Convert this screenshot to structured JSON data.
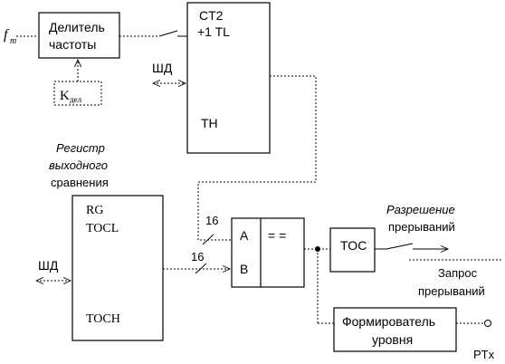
{
  "input_signal": "f",
  "input_subscript": "т",
  "divider": {
    "line1": "Делитель",
    "line2": "частоты"
  },
  "k_divider": {
    "main": "K",
    "sub": "дел"
  },
  "timer": {
    "name": "CT2",
    "low_reg": "+1 TL",
    "high_reg": "TH"
  },
  "data_bus_top": "ШД",
  "data_bus_left": "ШД",
  "compare_register": {
    "caption_line1": "Регистр",
    "caption_line2": "выходного",
    "caption_line3": "сравнения",
    "rg": "RG",
    "low": "TOCL",
    "high": "TOCH"
  },
  "bus_width_a": "16",
  "bus_width_b": "16",
  "comparator": {
    "input_a": "A",
    "input_b": "B",
    "op": "= ="
  },
  "toc": "TOC",
  "interrupt_enable": {
    "line1": "Разрешение",
    "line2": "прерываний"
  },
  "interrupt_request": {
    "line1": "Запрос",
    "line2": "прерываний"
  },
  "level_former": {
    "line1": "Формирователь",
    "line2": "уровня"
  },
  "output_pin": "PTx"
}
